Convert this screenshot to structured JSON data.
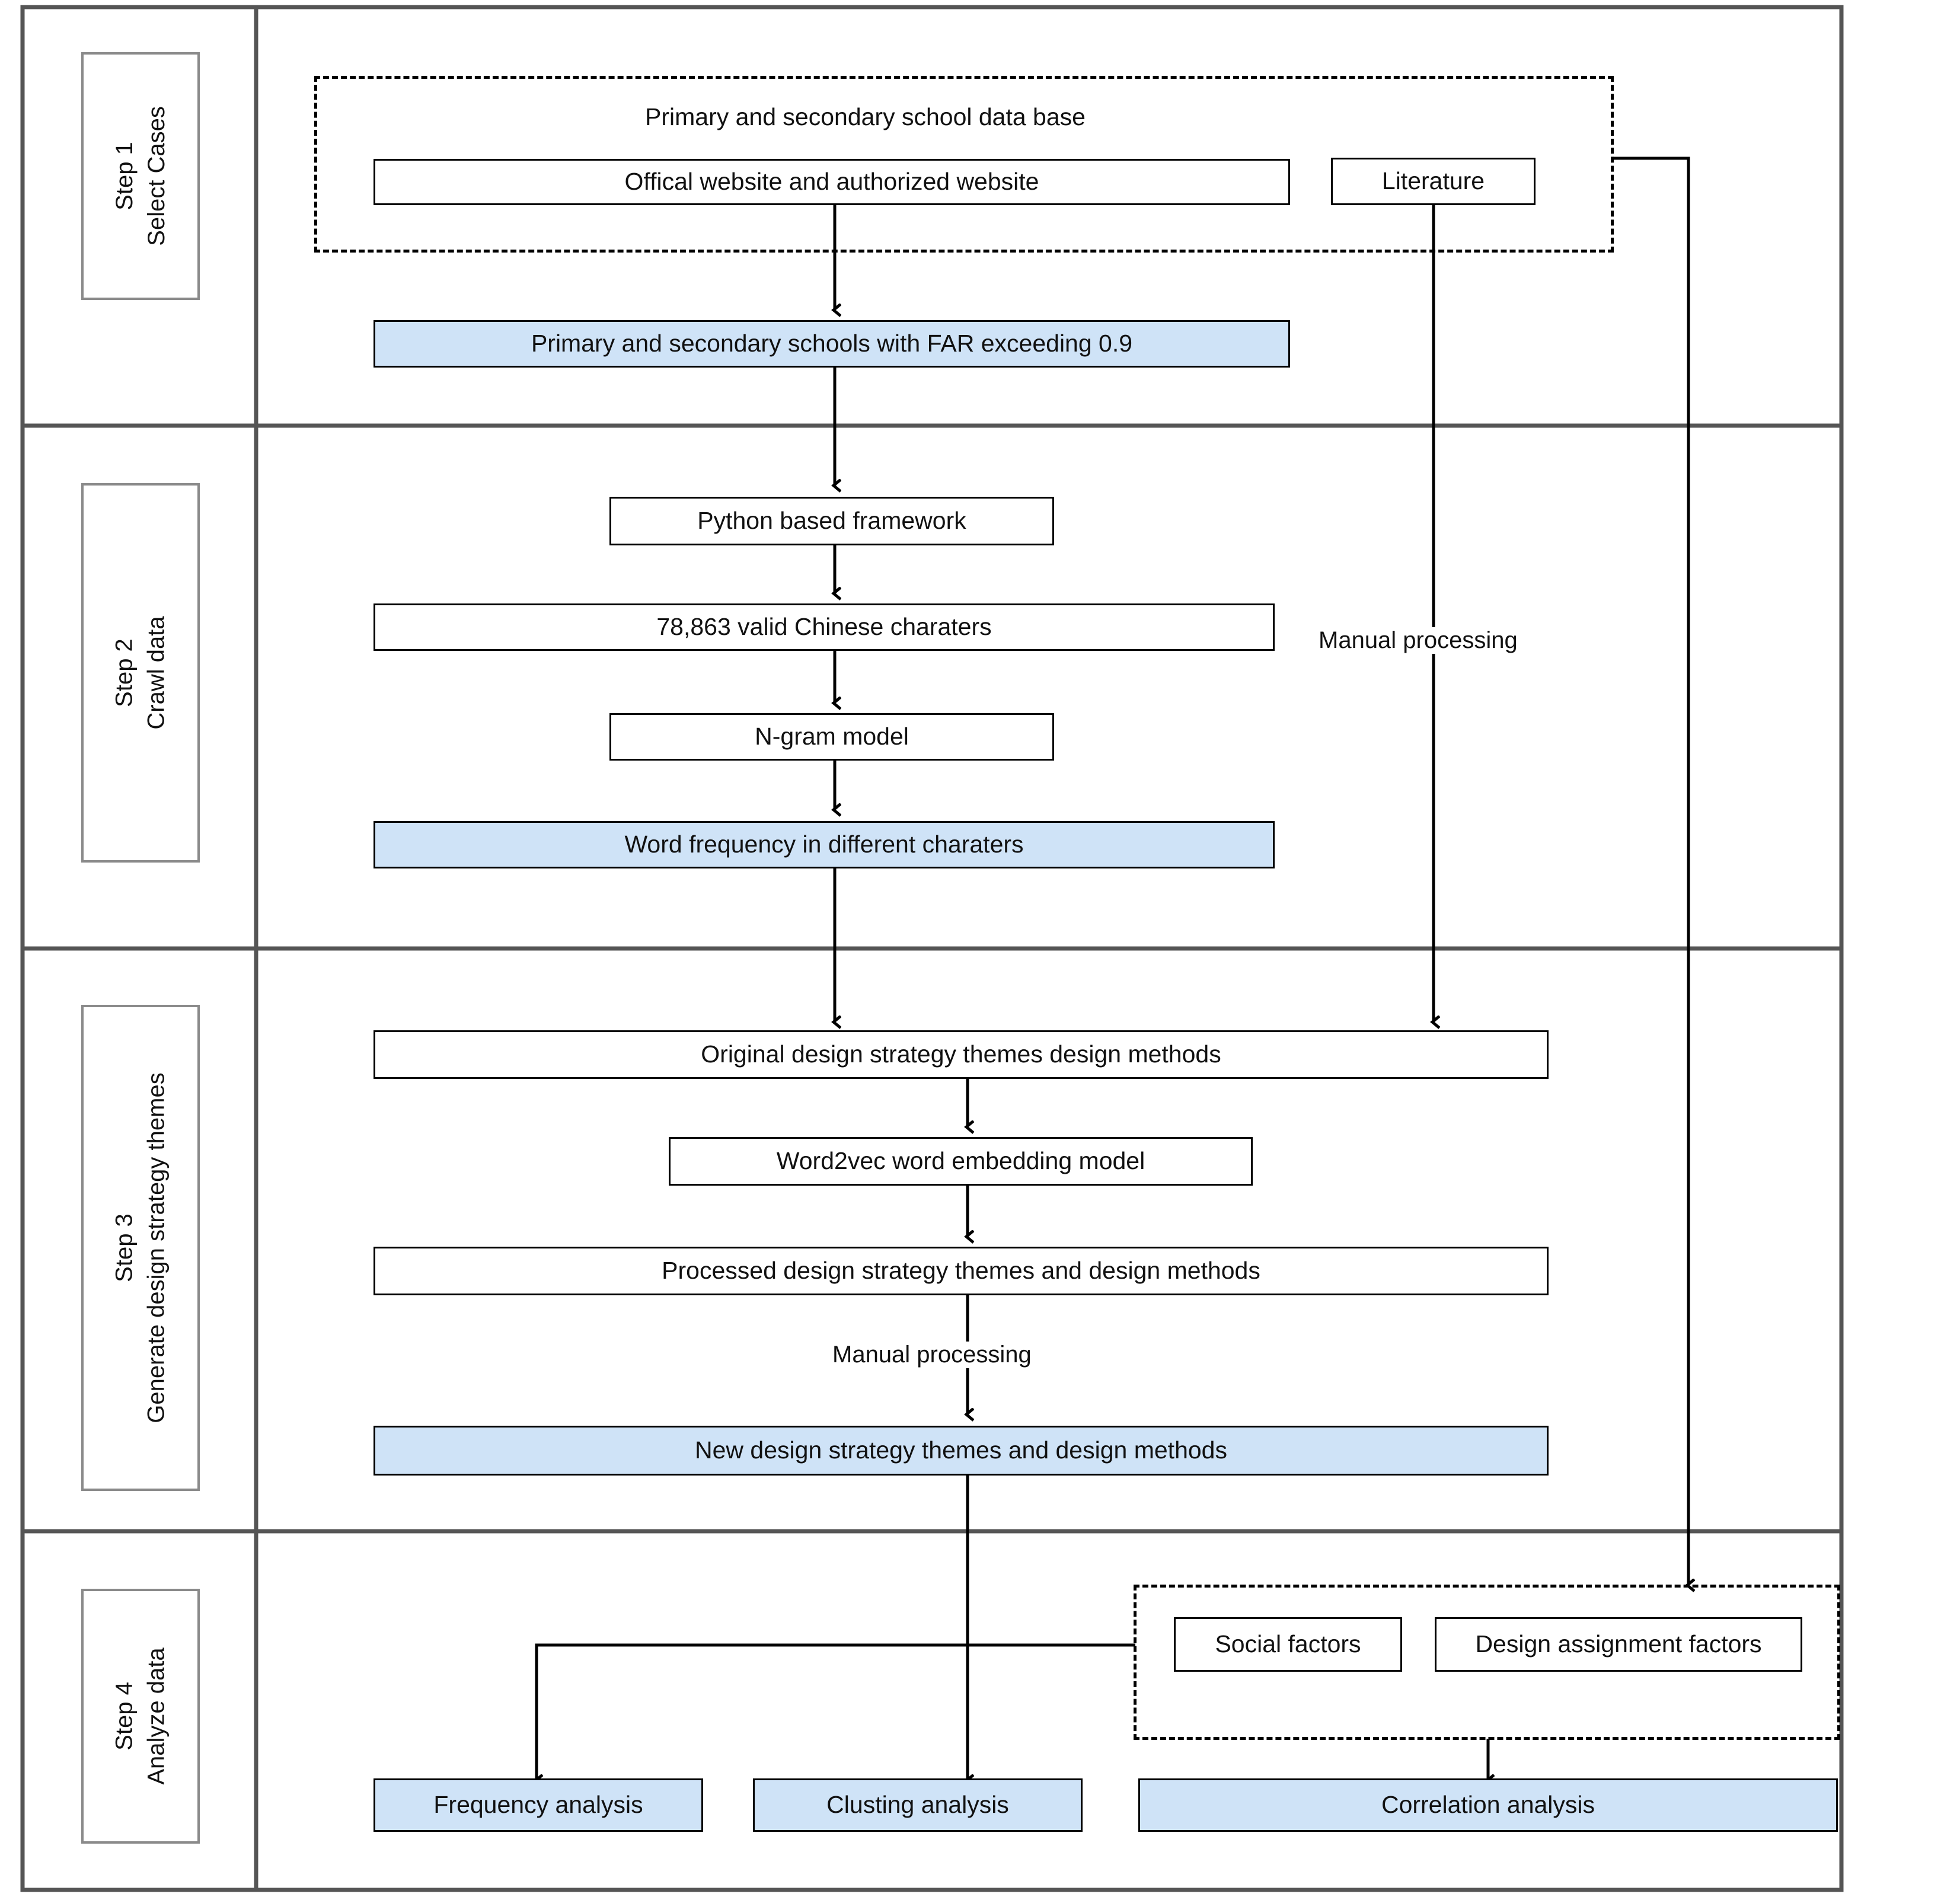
{
  "figure": {
    "type": "flowchart",
    "orientation": "vertical-swimlanes",
    "accent_fill": "#cfe3f7",
    "line_color": "#000000",
    "frame_color": "#555555"
  },
  "steps": [
    {
      "id": "step1",
      "number": "Step 1",
      "name": "Select Cases"
    },
    {
      "id": "step2",
      "number": "Step 2",
      "name": "Crawl data"
    },
    {
      "id": "step3",
      "number": "Step 3",
      "name": "Generate design strategy themes"
    },
    {
      "id": "step4",
      "number": "Step 4",
      "name": "Analyze data"
    }
  ],
  "group_labels": {
    "database_group": "Primary and secondary school data base"
  },
  "nodes": {
    "official_website": "Offical website and authorized website",
    "literature": "Literature",
    "far_schools": "Primary and secondary schools with FAR exceeding 0.9",
    "python_framework": "Python based framework",
    "valid_chars": "78,863 valid Chinese charaters",
    "ngram_model": "N-gram model",
    "word_frequency": "Word frequency in different charaters",
    "original_themes": "Original design strategy themes design methods",
    "word2vec": "Word2vec word embedding model",
    "processed_themes": "Processed design strategy themes and design methods",
    "new_themes": "New design strategy themes and design methods",
    "social_factors": "Social factors",
    "design_assignment_factors": "Design assignment factors",
    "frequency_analysis": "Frequency analysis",
    "clusting_analysis": "Clusting analysis",
    "correlation_analysis": "Correlation analysis"
  },
  "edge_labels": {
    "literature_manual": "Manual processing",
    "processed_manual": "Manual processing"
  }
}
